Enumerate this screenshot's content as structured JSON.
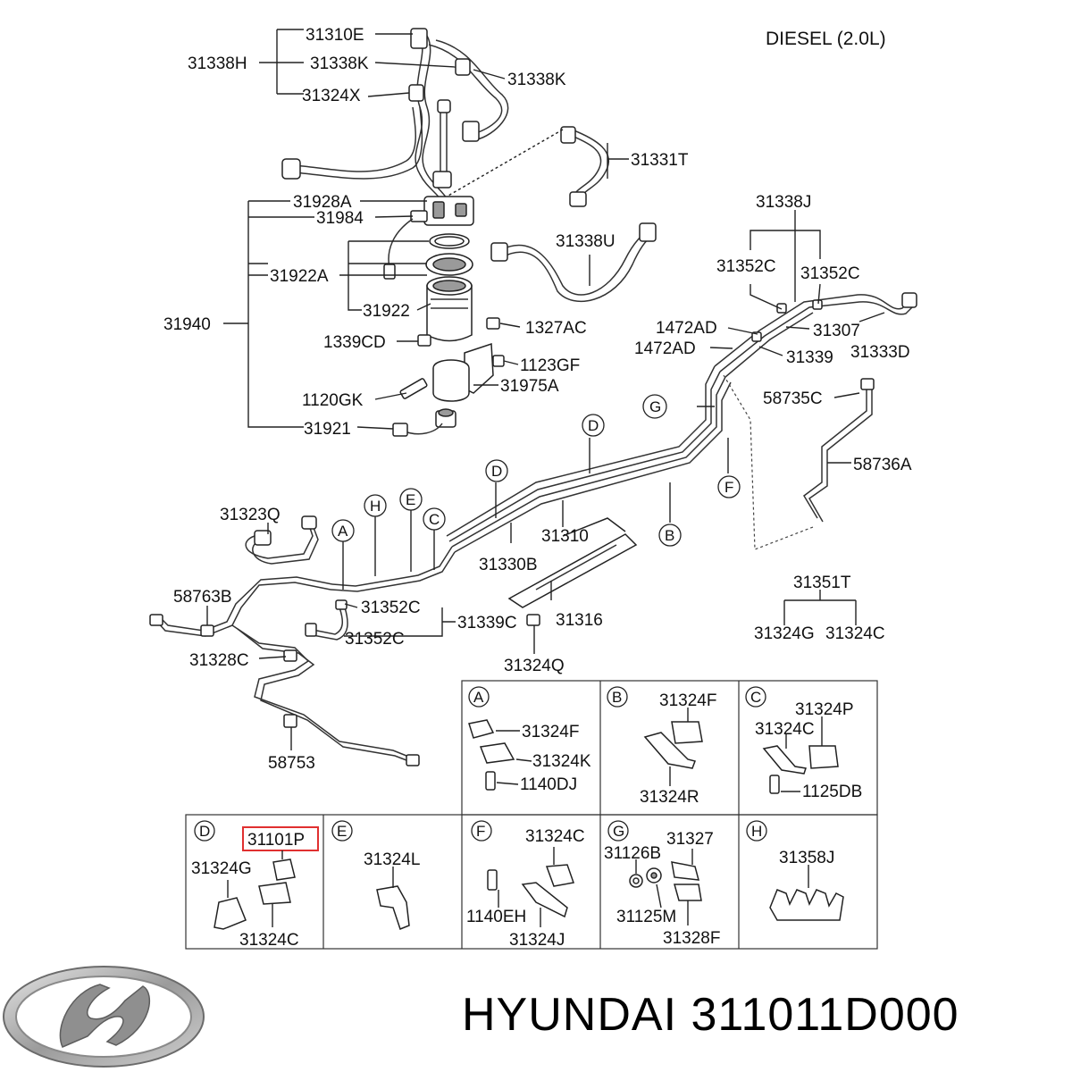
{
  "diagram": {
    "title": "DIESEL (2.0L)",
    "labels": [
      {
        "id": "l1",
        "text": "31310E"
      },
      {
        "id": "l2",
        "text": "31338H"
      },
      {
        "id": "l3",
        "text": "31338K"
      },
      {
        "id": "l4",
        "text": "31324X"
      },
      {
        "id": "l5",
        "text": "31338K"
      },
      {
        "id": "l6",
        "text": "31331T"
      },
      {
        "id": "l7",
        "text": "31928A"
      },
      {
        "id": "l8",
        "text": "31984"
      },
      {
        "id": "l9",
        "text": "31338U"
      },
      {
        "id": "l10",
        "text": "31922A"
      },
      {
        "id": "l11",
        "text": "31940"
      },
      {
        "id": "l12",
        "text": "31922"
      },
      {
        "id": "l13",
        "text": "1327AC"
      },
      {
        "id": "l14",
        "text": "1339CD"
      },
      {
        "id": "l15",
        "text": "1123GF"
      },
      {
        "id": "l16",
        "text": "31975A"
      },
      {
        "id": "l17",
        "text": "1120GK"
      },
      {
        "id": "l18",
        "text": "31921"
      },
      {
        "id": "l19",
        "text": "31338J"
      },
      {
        "id": "l20",
        "text": "31352C"
      },
      {
        "id": "l21",
        "text": "31352C"
      },
      {
        "id": "l22",
        "text": "1472AD"
      },
      {
        "id": "l23",
        "text": "31307"
      },
      {
        "id": "l24",
        "text": "1472AD"
      },
      {
        "id": "l25",
        "text": "31339"
      },
      {
        "id": "l26",
        "text": "31333D"
      },
      {
        "id": "l27",
        "text": "58735C"
      },
      {
        "id": "l28",
        "text": "58736A"
      },
      {
        "id": "l29",
        "text": "31323Q"
      },
      {
        "id": "l30",
        "text": "31310"
      },
      {
        "id": "l31",
        "text": "31330B"
      },
      {
        "id": "l32",
        "text": "58763B"
      },
      {
        "id": "l33",
        "text": "31352C"
      },
      {
        "id": "l34",
        "text": "31339C"
      },
      {
        "id": "l35",
        "text": "31316"
      },
      {
        "id": "l36",
        "text": "31352C"
      },
      {
        "id": "l37",
        "text": "31328C"
      },
      {
        "id": "l38",
        "text": "31324Q"
      },
      {
        "id": "l39",
        "text": "31351T"
      },
      {
        "id": "l40",
        "text": "31324G"
      },
      {
        "id": "l41",
        "text": "31324C"
      },
      {
        "id": "l42",
        "text": "58753"
      }
    ],
    "callouts": [
      {
        "id": "c1",
        "text": "A"
      },
      {
        "id": "c2",
        "text": "H"
      },
      {
        "id": "c3",
        "text": "E"
      },
      {
        "id": "c4",
        "text": "C"
      },
      {
        "id": "c5",
        "text": "D"
      },
      {
        "id": "c6",
        "text": "D"
      },
      {
        "id": "c7",
        "text": "G"
      },
      {
        "id": "c8",
        "text": "F"
      },
      {
        "id": "c9",
        "text": "B"
      }
    ],
    "detail_boxes": [
      {
        "letter": "A",
        "parts": [
          "31324F",
          "31324K",
          "1140DJ"
        ]
      },
      {
        "letter": "B",
        "parts": [
          "31324F",
          "31324R"
        ]
      },
      {
        "letter": "C",
        "parts": [
          "31324P",
          "31324C",
          "1125DB"
        ]
      },
      {
        "letter": "D",
        "parts": [
          "31101P",
          "31324G",
          "31324C"
        ]
      },
      {
        "letter": "E",
        "parts": [
          "31324L"
        ]
      },
      {
        "letter": "F",
        "parts": [
          "31324C",
          "1140EH",
          "31324J"
        ]
      },
      {
        "letter": "G",
        "parts": [
          "31126B",
          "31327",
          "31125M",
          "31328F"
        ]
      },
      {
        "letter": "H",
        "parts": [
          "31358J"
        ]
      }
    ]
  },
  "brand": {
    "text": "HYUNDAI 311011D000",
    "logo": "hyundai-logo",
    "highlight_color": "#e03030"
  }
}
